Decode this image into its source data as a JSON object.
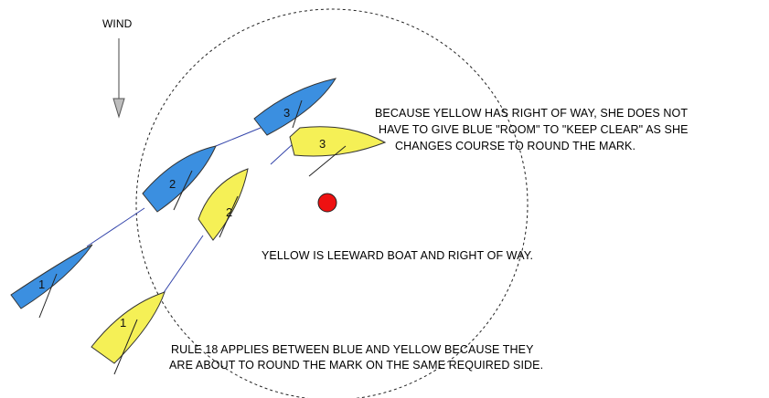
{
  "wind": {
    "label": "WIND"
  },
  "notes": {
    "top_line1": "BECAUSE YELLOW HAS RIGHT OF WAY, SHE DOES NOT",
    "top_line2": "HAVE TO GIVE BLUE \"ROOM\" TO \"KEEP CLEAR\" AS SHE",
    "top_line3": "CHANGES COURSE TO ROUND THE MARK.",
    "middle": "YELLOW IS LEEWARD BOAT AND RIGHT OF WAY.",
    "bottom_line1": "RULE 18 APPLIES BETWEEN BLUE AND YELLOW BECAUSE THEY",
    "bottom_line2": "ARE ABOUT TO ROUND THE MARK ON THE SAME REQUIRED SIDE."
  },
  "boats": {
    "blue": {
      "color": "#3b8fe0",
      "positions": [
        "1",
        "2",
        "3"
      ]
    },
    "yellow": {
      "color": "#f5f056",
      "positions": [
        "1",
        "2",
        "3"
      ]
    }
  },
  "mark": {
    "color": "#ee1111"
  },
  "zone_circle": {
    "style": "dashed"
  }
}
